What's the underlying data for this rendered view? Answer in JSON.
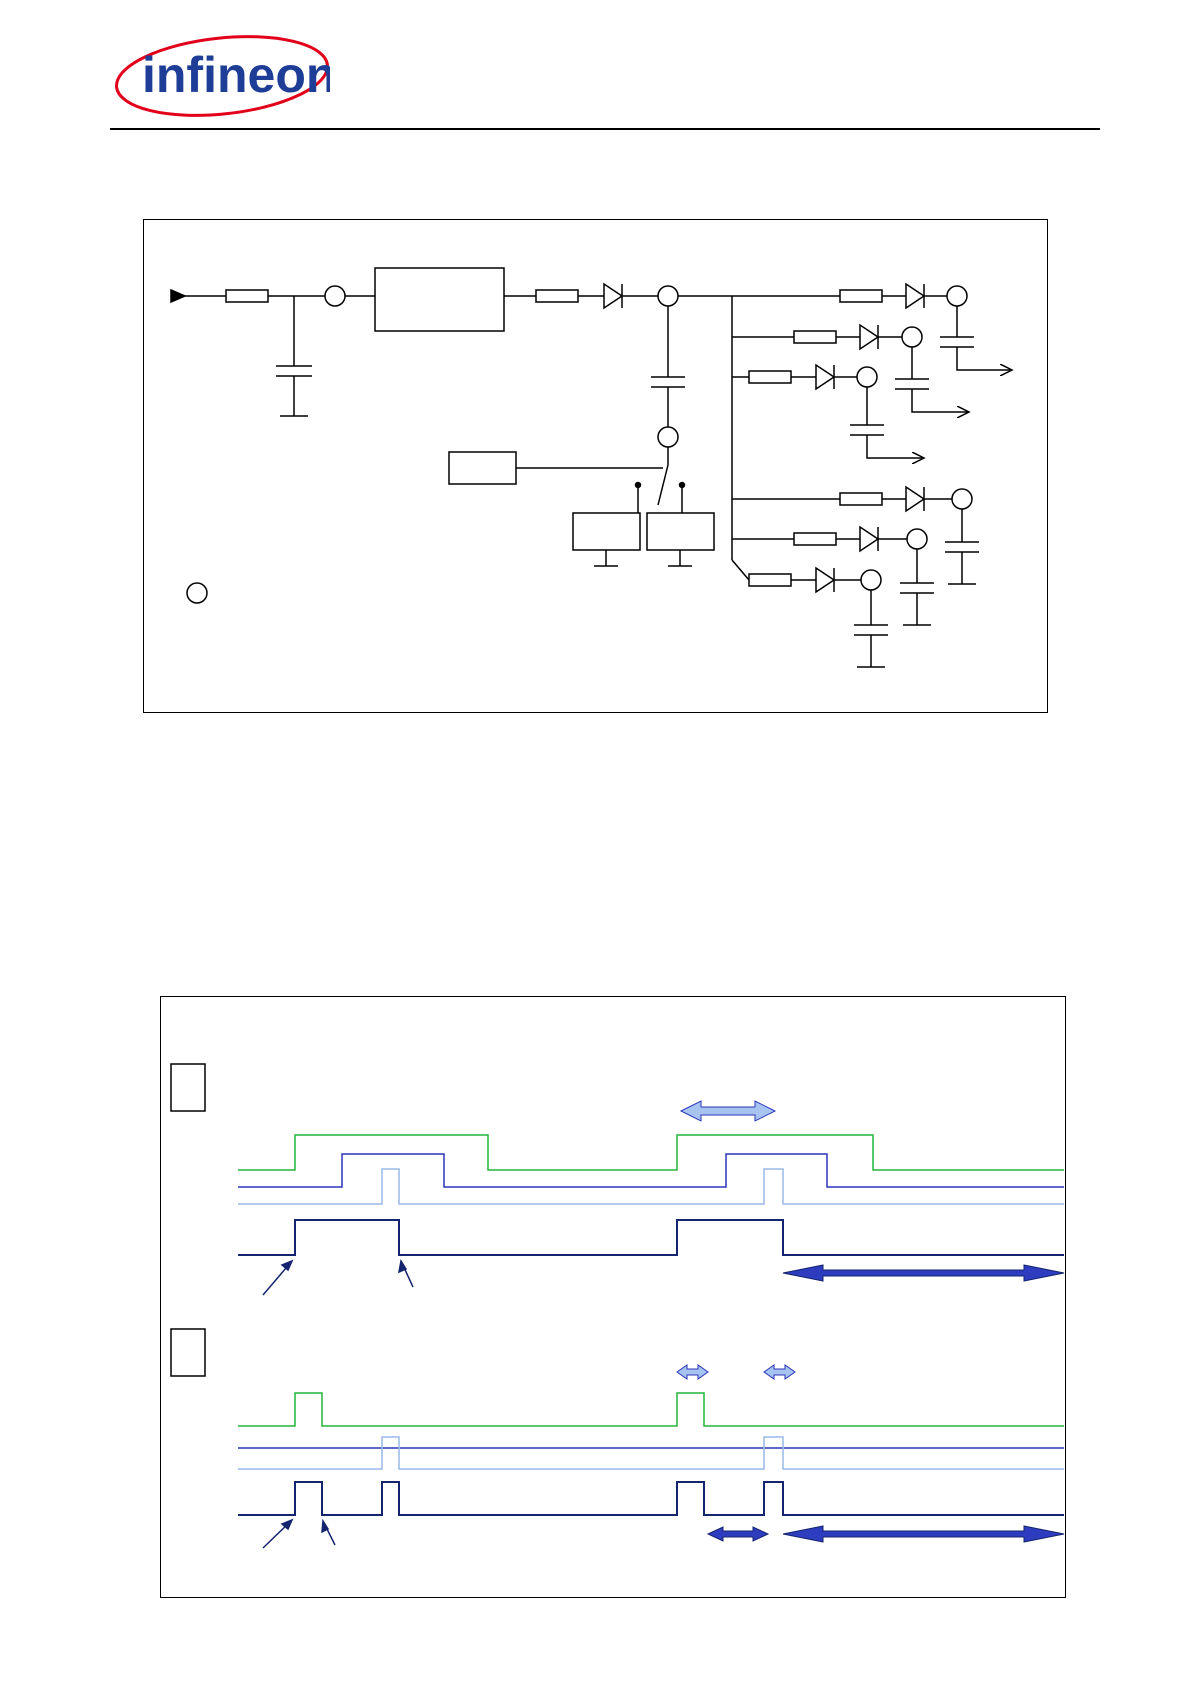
{
  "header": {
    "logo_text": "infineon",
    "brand_red": "#e2001a",
    "brand_blue": "#1d3d96"
  },
  "colors": {
    "wire": "#000000",
    "trace_green": "#22b53a",
    "trace_blue": "#2a35b8",
    "trace_light_blue": "#9ab8ea",
    "trace_dark_navy": "#14246e",
    "arrow_light_fill": "#a7c4f0",
    "arrow_dark_fill": "#2e3dbf"
  },
  "schematic": {
    "output_branches": 6
  },
  "timing": {
    "panels": 2
  }
}
